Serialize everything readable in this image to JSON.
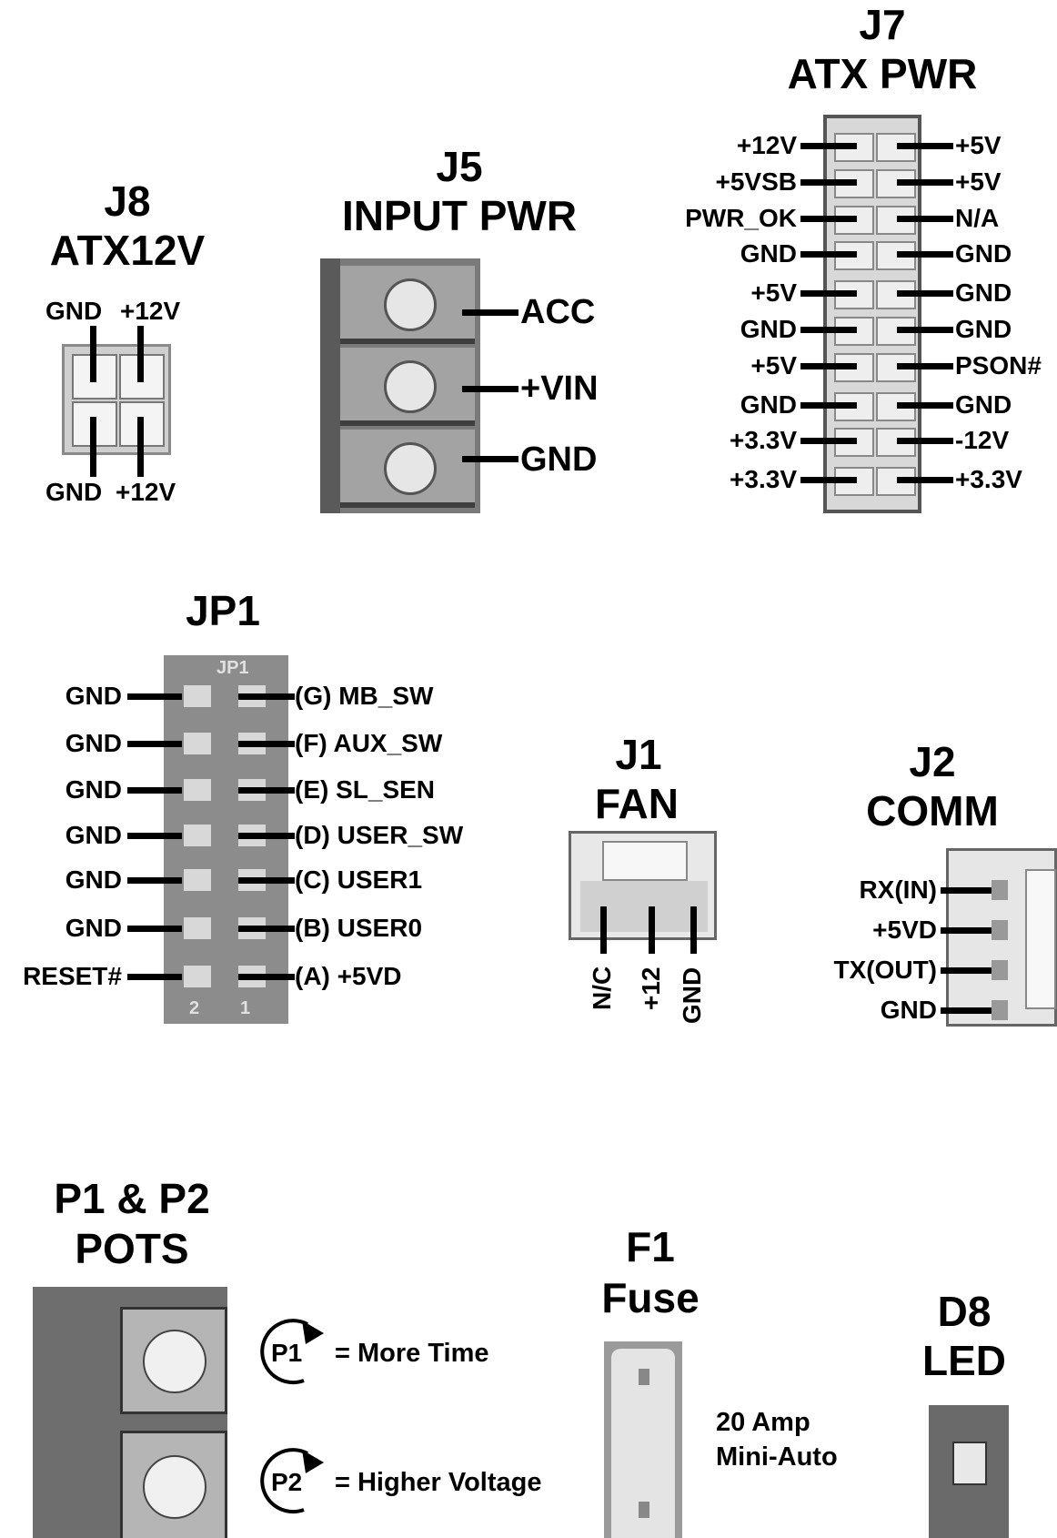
{
  "j8": {
    "title1": "J8",
    "title2": "ATX12V",
    "top_left": "GND",
    "top_right": "+12V",
    "bot_left": "GND",
    "bot_right": "+12V"
  },
  "j5": {
    "title1": "J5",
    "title2": "INPUT PWR",
    "pins": [
      "ACC",
      "+VIN",
      "GND"
    ]
  },
  "j7": {
    "title1": "J7",
    "title2": "ATX PWR",
    "left": [
      "+12V",
      "+5VSB",
      "PWR_OK",
      "GND",
      "+5V",
      "GND",
      "+5V",
      "GND",
      "+3.3V",
      "+3.3V"
    ],
    "right": [
      "+5V",
      "+5V",
      "N/A",
      "GND",
      "GND",
      "GND",
      "PSON#",
      "GND",
      "-12V",
      "+3.3V"
    ]
  },
  "jp1": {
    "title": "JP1",
    "silk": "JP1",
    "silk_num2": "2",
    "silk_num1": "1",
    "left": [
      "GND",
      "GND",
      "GND",
      "GND",
      "GND",
      "GND",
      "RESET#"
    ],
    "right": [
      "(G) MB_SW",
      "(F) AUX_SW",
      "(E) SL_SEN",
      "(D) USER_SW",
      "(C) USER1",
      "(B) USER0",
      "(A) +5VD"
    ]
  },
  "j1": {
    "title1": "J1",
    "title2": "FAN",
    "pins": [
      "N/C",
      "+12",
      "GND"
    ]
  },
  "j2": {
    "title1": "J2",
    "title2": "COMM",
    "pins": [
      "RX(IN)",
      "+5VD",
      "TX(OUT)",
      "GND"
    ]
  },
  "pots": {
    "title1": "P1 & P2",
    "title2": "POTS",
    "p1": "P1",
    "p1_text": "= More Time",
    "p2": "P2",
    "p2_text": "= Higher Voltage"
  },
  "f1": {
    "title1": "F1",
    "title2": "Fuse",
    "desc1": "20 Amp",
    "desc2": "Mini-Auto"
  },
  "d8": {
    "title1": "D8",
    "title2": "LED"
  }
}
